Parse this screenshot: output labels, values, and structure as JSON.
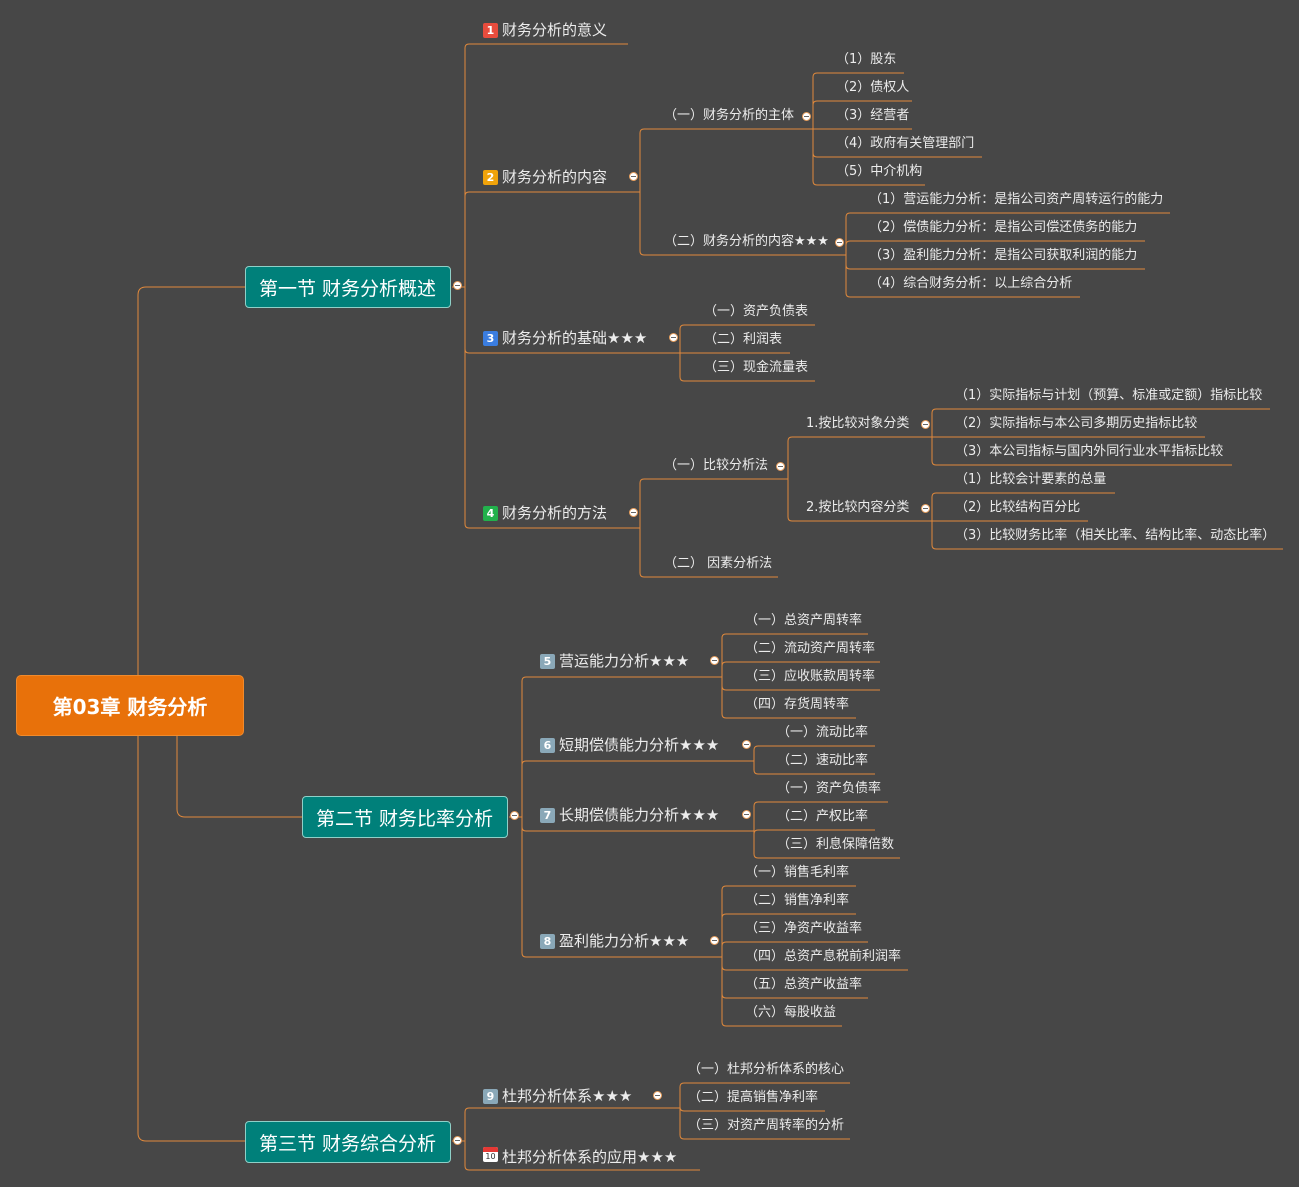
{
  "colors": {
    "background": "#474747",
    "line": "#e0893c",
    "root": "#e8710a",
    "section": "#00807a"
  },
  "root": {
    "label": "第03章  财务分析"
  },
  "sections": [
    {
      "label": "第一节 财务分析概述"
    },
    {
      "label": "第二节 财务比率分析"
    },
    {
      "label": "第三节 财务综合分析"
    }
  ],
  "topics": [
    {
      "badge": "1",
      "label": "财务分析的意义",
      "color": "#e84c3d"
    },
    {
      "badge": "2",
      "label": "财务分析的内容",
      "color": "#f0a30a"
    },
    {
      "badge": "3",
      "label": "财务分析的基础★★★",
      "color": "#3a7de0"
    },
    {
      "badge": "4",
      "label": "财务分析的方法",
      "color": "#22b14c"
    },
    {
      "badge": "5",
      "label": "营运能力分析★★★",
      "color": "#8aa8b8"
    },
    {
      "badge": "6",
      "label": "短期偿债能力分析★★★",
      "color": "#8aa8b8"
    },
    {
      "badge": "7",
      "label": "长期偿债能力分析★★★",
      "color": "#8aa8b8"
    },
    {
      "badge": "8",
      "label": "盈利能力分析★★★",
      "color": "#8aa8b8"
    },
    {
      "badge": "9",
      "label": "杜邦分析体系★★★",
      "color": "#8aa8b8"
    },
    {
      "badge": "10",
      "label": "杜邦分析体系的应用★★★",
      "color": "calendar-icon"
    }
  ],
  "nodes": {
    "t2a": "（一）财务分析的主体",
    "t2b": "（二）财务分析的内容★★★",
    "t2a1": "（1）股东",
    "t2a2": "（2）债权人",
    "t2a3": "（3）经营者",
    "t2a4": "（4）政府有关管理部门",
    "t2a5": "（5）中介机构",
    "t2b1": "（1）营运能力分析：是指公司资产周转运行的能力",
    "t2b2": "（2）偿债能力分析：是指公司偿还债务的能力",
    "t2b3": "（3）盈利能力分析：是指公司获取利润的能力",
    "t2b4": "（4）综合财务分析：以上综合分析",
    "t3a": "（一）资产负债表",
    "t3b": "（二）利润表",
    "t3c": "（三）现金流量表",
    "t4a": "（一）比较分析法",
    "t4b": "（二） 因素分析法",
    "t4a1": "1.按比较对象分类",
    "t4a2": "2.按比较内容分类",
    "t4a11": "（1）实际指标与计划（预算、标准或定额）指标比较",
    "t4a12": "（2）实际指标与本公司多期历史指标比较",
    "t4a13": "（3）本公司指标与国内外同行业水平指标比较",
    "t4a21": "（1）比较会计要素的总量",
    "t4a22": "（2）比较结构百分比",
    "t4a23": "（3）比较财务比率（相关比率、结构比率、动态比率）",
    "t5a": "（一）总资产周转率",
    "t5b": "（二）流动资产周转率",
    "t5c": "（三）应收账款周转率",
    "t5d": "（四）存货周转率",
    "t6a": "（一）流动比率",
    "t6b": "（二）速动比率",
    "t7a": "（一）资产负债率",
    "t7b": "（二）产权比率",
    "t7c": "（三）利息保障倍数",
    "t8a": "（一）销售毛利率",
    "t8b": "（二）销售净利率",
    "t8c": "（三）净资产收益率",
    "t8d": "（四）总资产息税前利润率",
    "t8e": "（五）总资产收益率",
    "t8f": "（六）每股收益",
    "t9a": "（一）杜邦分析体系的核心",
    "t9b": "（二）提高销售净利率",
    "t9c": "（三）对资产周转率的分析"
  }
}
